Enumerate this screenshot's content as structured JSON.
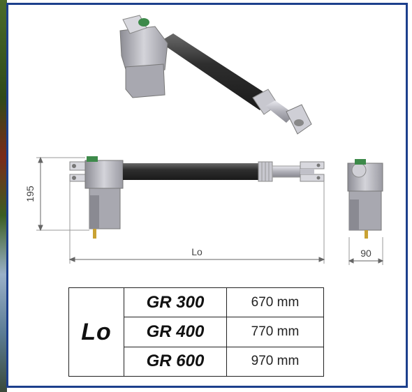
{
  "dimensions": {
    "height": "195",
    "length": "Lo",
    "width": "90"
  },
  "table": {
    "label": "Lo",
    "rows": [
      {
        "model": "GR 300",
        "length": "670 mm"
      },
      {
        "model": "GR 400",
        "length": "770 mm"
      },
      {
        "model": "GR 600",
        "length": "970 mm"
      }
    ]
  },
  "colors": {
    "frame_border": "#1c3f8c",
    "tube": "#333333",
    "motor_housing": "#b8b8be",
    "cap_green": "#3d8a4a"
  }
}
